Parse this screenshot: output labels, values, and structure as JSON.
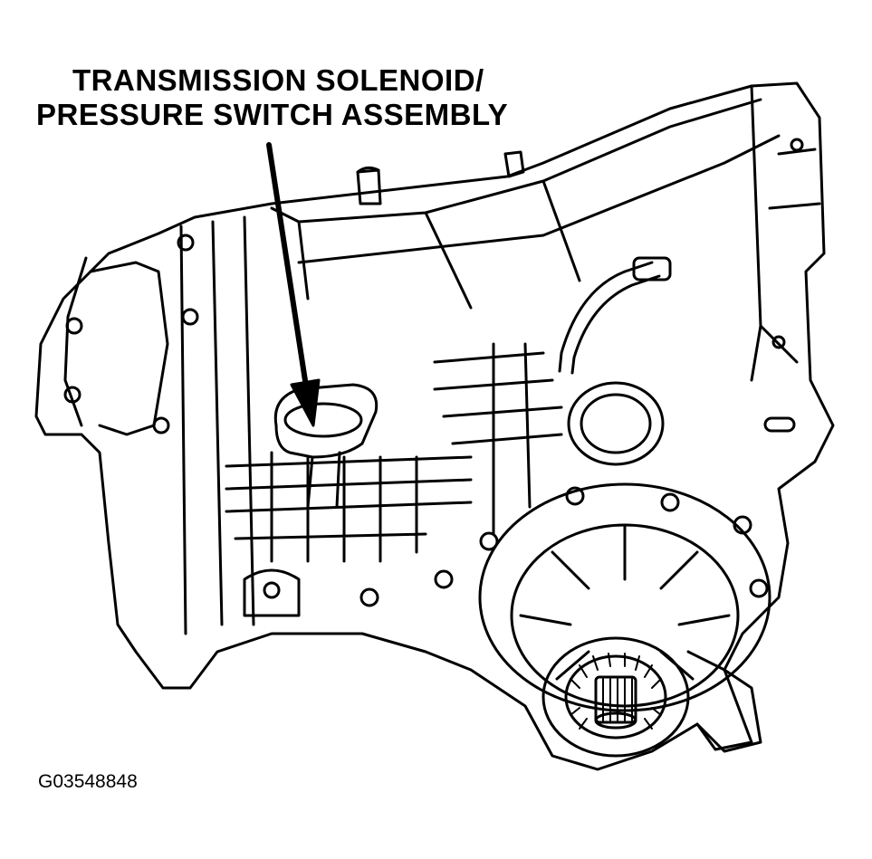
{
  "callout": {
    "line1": "TRANSMISSION SOLENOID/",
    "line2": "PRESSURE SWITCH ASSEMBLY"
  },
  "figure_id": "G03548848",
  "colors": {
    "ink": "#000000",
    "paper": "#ffffff"
  }
}
